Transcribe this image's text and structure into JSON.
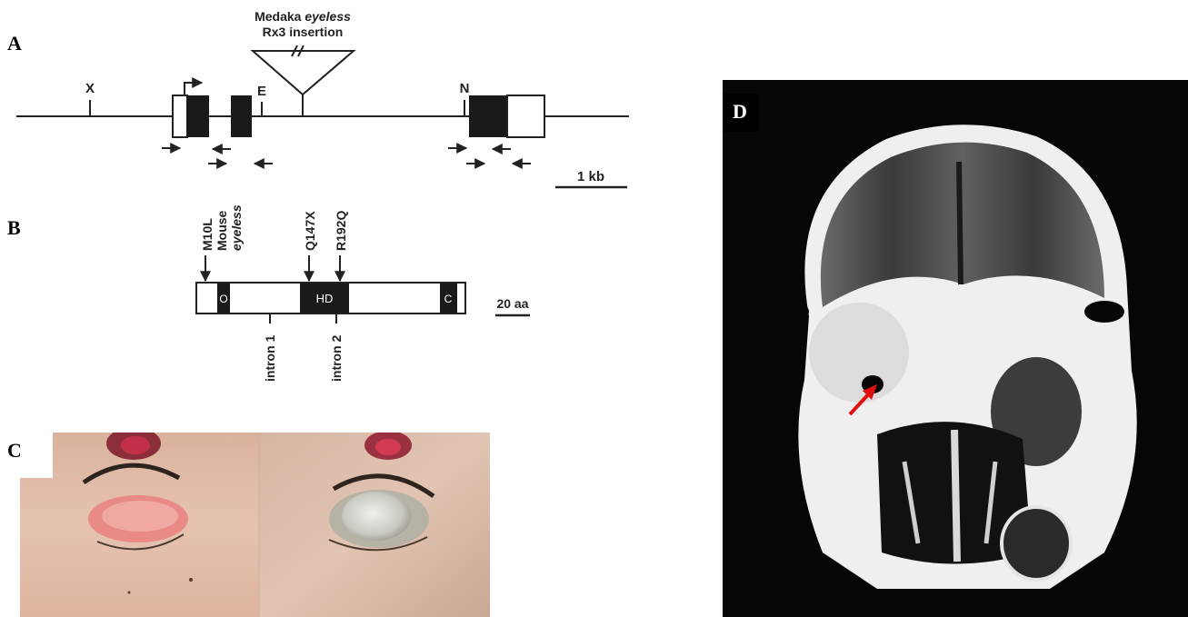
{
  "panels": {
    "a": {
      "letter": "A",
      "insertion_line1_prefix": "Medaka ",
      "insertion_line1_italic": "eyeless",
      "insertion_line2": "Rx3 insertion",
      "site_x": "X",
      "site_e": "E",
      "site_n": "N",
      "scale_label": "1 kb"
    },
    "b": {
      "letter": "B",
      "mut_m10l": "M10L",
      "mouse_label": "Mouse",
      "eyeless_label": "eyeless",
      "mut_q147x": "Q147X",
      "mut_r192q": "R192Q",
      "domain_o": "O",
      "domain_hd": "HD",
      "domain_c": "C",
      "scale_label": "20 aa",
      "intron1": "intron 1",
      "intron2": "intron 2"
    },
    "c": {
      "letter": "C"
    },
    "d": {
      "letter": "D"
    }
  },
  "colors": {
    "exon_coding": "#1a1a1a",
    "line": "#222222",
    "arrow_red": "#e01010",
    "ct_background": "#060606",
    "skin": "#e2bca8"
  },
  "icons": [
    "arrow-icon",
    "red-arrow-icon"
  ]
}
